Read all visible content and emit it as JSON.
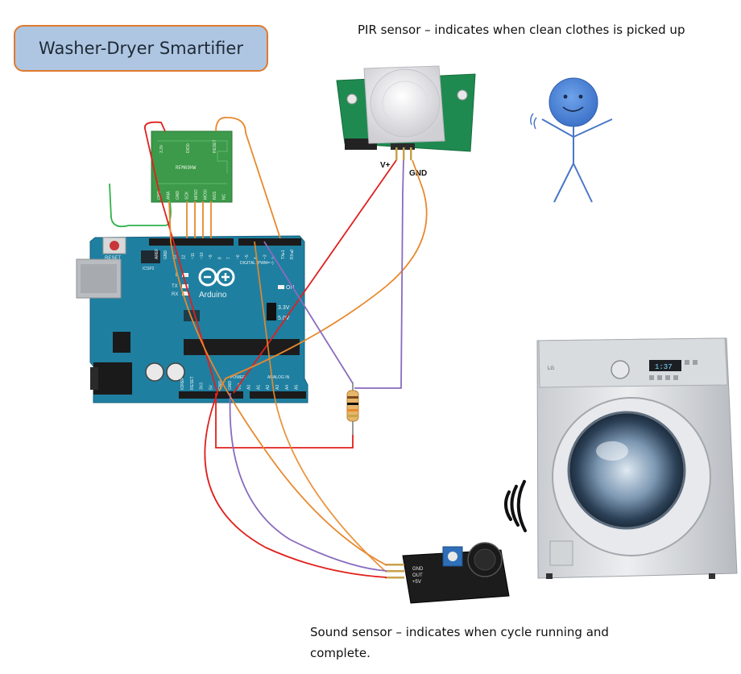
{
  "title": "Washer-Dryer Smartifier",
  "pir_caption": "PIR sensor – indicates when clean clothes is picked up",
  "sound_caption": "Sound sensor – indicates when cycle running and complete.",
  "pir_pins": {
    "vplus": "V+",
    "gnd": "GND"
  },
  "radio_module": {
    "name": "RFM69HW",
    "pins_top": [
      "3.3V",
      "DIO0",
      "RESET"
    ],
    "pins_bottom": [
      "GND",
      "ANA",
      "GND",
      "SCK",
      "MISO",
      "MOSI",
      "NSS",
      "NC"
    ]
  },
  "arduino": {
    "brand": "Arduino",
    "reset_label": "RESET",
    "icsp_label": "ICSP2",
    "led_labels": [
      "L",
      "TX",
      "RX"
    ],
    "on_label": "ON",
    "voltage_labels": [
      "3.3V",
      "5.0V"
    ],
    "digital_label": "DIGITAL (PWM=~)",
    "power_label": "POWER",
    "analog_label": "ANALOG IN",
    "top_pins": [
      "AREF",
      "GND",
      "13",
      "12",
      "~11",
      "~10",
      "~9",
      "8",
      "7",
      "~6",
      "~5",
      "4",
      "~3",
      "2",
      "TX▸1",
      "RX◂0"
    ],
    "bottom_pins": [
      "IOREF",
      "RESET",
      "3V3",
      "5V",
      "GND",
      "GND",
      "VIN",
      "A0",
      "A1",
      "A2",
      "A3",
      "A4",
      "A5"
    ]
  },
  "washer_display": "1:37",
  "washer_brand": "LG",
  "sound_module_pins": [
    "GND",
    "OUT",
    "+5V"
  ],
  "wire_colors": {
    "red": "#e0201e",
    "orange": "#e8892e",
    "purple": "#8a6bbf",
    "green": "#2fb14a",
    "board": "#1f7fa0"
  }
}
